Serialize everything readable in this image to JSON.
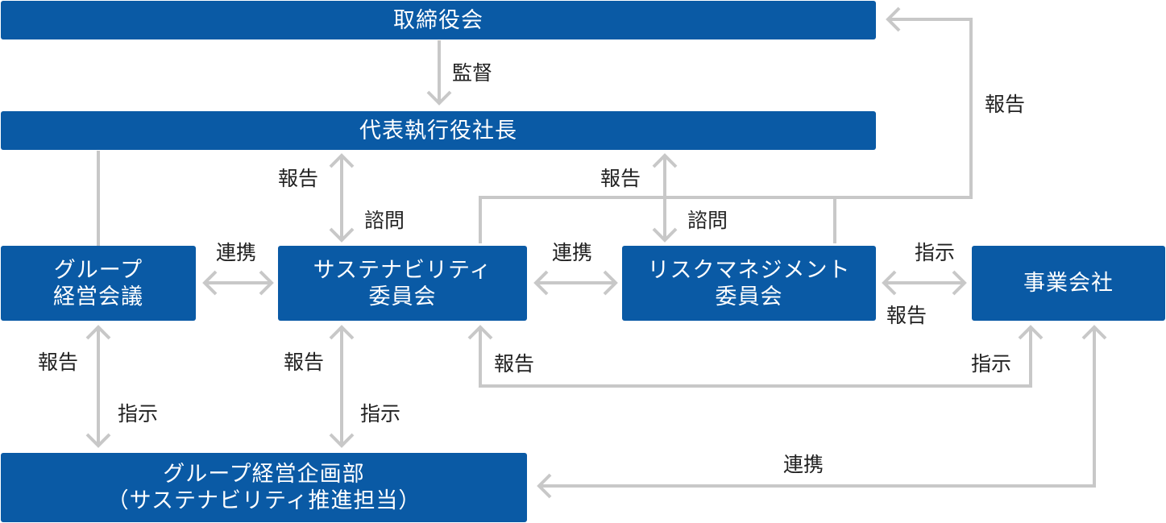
{
  "boxes": {
    "board": {
      "line1": "取締役会"
    },
    "ceo": {
      "line1": "代表執行役社長"
    },
    "group_council": {
      "line1": "グループ",
      "line2": "経営会議"
    },
    "sustainability": {
      "line1": "サステナビリティ",
      "line2": "委員会"
    },
    "risk": {
      "line1": "リスクマネジメント",
      "line2": "委員会"
    },
    "companies": {
      "line1": "事業会社"
    },
    "planning": {
      "line1": "グループ経営企画部",
      "line2": "（サステナビリティ推進担当）"
    }
  },
  "labels": {
    "supervise": "監督",
    "report_right": "報告",
    "report_ceo_sus": "報告",
    "consult_sus": "諮問",
    "report_ceo_risk": "報告",
    "consult_risk": "諮問",
    "link_council_sus": "連携",
    "link_sus_risk": "連携",
    "instruct_risk_co": "指示",
    "report_co_risk": "報告",
    "report_council": "報告",
    "instruct_council": "指示",
    "report_sus_plan": "報告",
    "instruct_sus_plan": "指示",
    "report_co_sus": "報告",
    "instruct_sus_co": "指示",
    "link_plan_co": "連携"
  },
  "colors": {
    "box": "#0a5aa5",
    "line": "#c8c8c8",
    "text": "#222222"
  }
}
